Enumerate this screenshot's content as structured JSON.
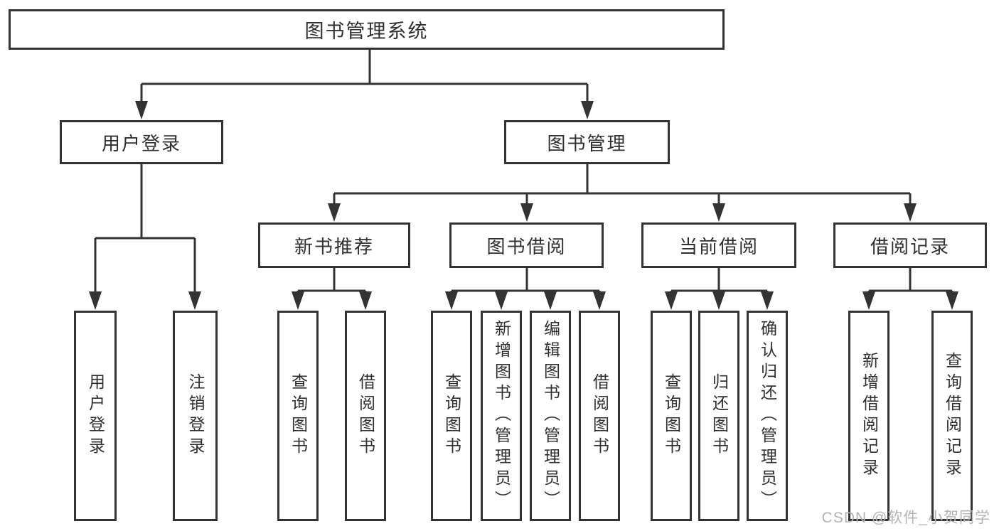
{
  "colors": {
    "line": "#333333",
    "text": "#2f2f2f",
    "box_background": "#ffffff",
    "watermark": "#b3b3b3"
  },
  "watermark": "CSDN @软件_小贺同学",
  "tree": {
    "label": "图书管理系统",
    "children": [
      {
        "label": "用户登录",
        "children": [
          {
            "label": "用户登录"
          },
          {
            "label": "注销登录"
          }
        ]
      },
      {
        "label": "图书管理",
        "children": [
          {
            "label": "新书推荐",
            "children": [
              {
                "label": "查询图书"
              },
              {
                "label": "借阅图书"
              }
            ]
          },
          {
            "label": "图书借阅",
            "children": [
              {
                "label": "查询图书"
              },
              {
                "label": "新增图书（管理员）"
              },
              {
                "label": "编辑图书（管理员）"
              },
              {
                "label": "借阅图书"
              }
            ]
          },
          {
            "label": "当前借阅",
            "children": [
              {
                "label": "查询图书"
              },
              {
                "label": "归还图书"
              },
              {
                "label": "确认归还（管理员）"
              }
            ]
          },
          {
            "label": "借阅记录",
            "children": [
              {
                "label": "新增借阅记录"
              },
              {
                "label": "查询借阅记录"
              }
            ]
          }
        ]
      }
    ]
  }
}
